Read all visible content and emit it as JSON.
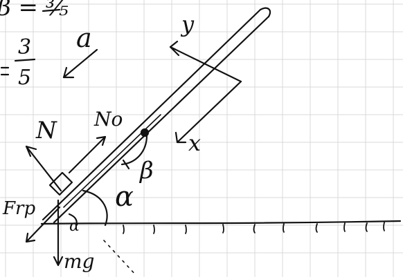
{
  "labels": {
    "beta_eq_top": "β = ⅗",
    "frac_numerator": "3",
    "frac_denominator": "5",
    "a": "a",
    "y": "y",
    "x": "x",
    "N": "N",
    "N0": "No",
    "Ftr": "Frp",
    "mg": "mg",
    "alpha_big": "α",
    "alpha_small": "α",
    "beta_near_dot": "β"
  },
  "colors": {
    "ink": "#111111",
    "grid": "#d9d9d9"
  }
}
